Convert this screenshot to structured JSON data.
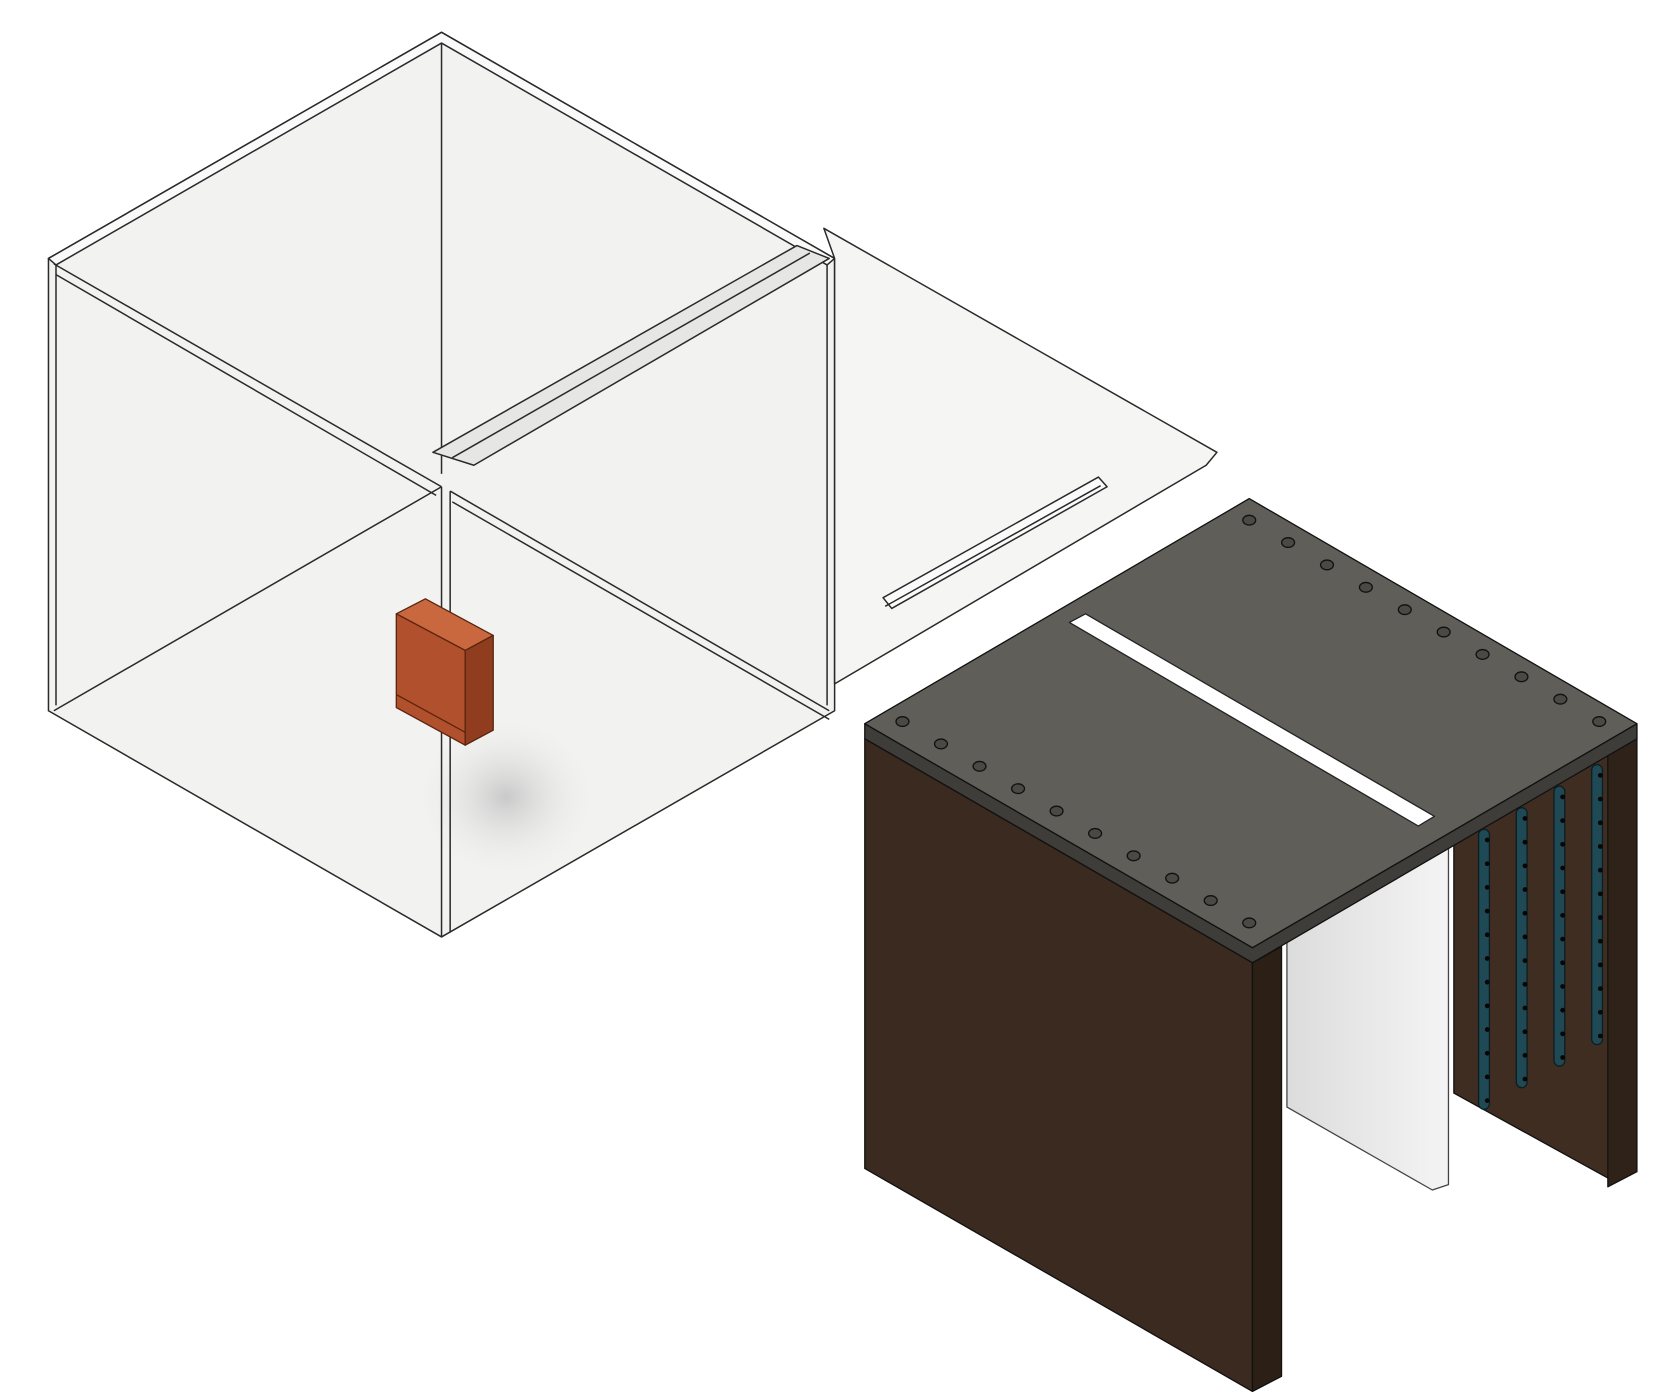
{
  "scene": {
    "objects": [
      "glass-enclosure",
      "glass-lid",
      "orange-block",
      "dark-stand"
    ],
    "colors": {
      "background": "#ffffff",
      "glass_fill": "#f1f1f0",
      "glass_edge": "#2a2a2a",
      "orange_block": "#b0502c",
      "stand_top": "#5f5e59",
      "stand_panel": "#3a2a1f",
      "rod": "#1f4a55",
      "white_sheet": "#e9e9e9"
    },
    "hole_rows": 2,
    "holes_per_row": 10,
    "rods": 4
  }
}
